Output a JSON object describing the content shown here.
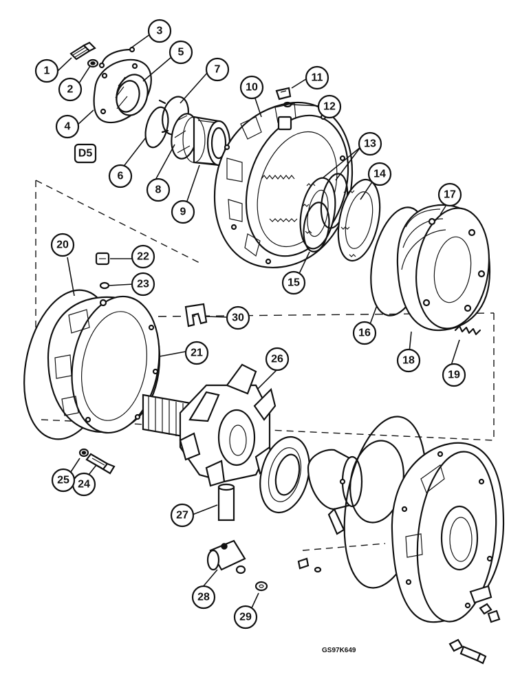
{
  "diagram": {
    "drawing_code": "GS97K649",
    "reference_symbol": "D5",
    "callouts": [
      "1",
      "2",
      "3",
      "4",
      "5",
      "6",
      "7",
      "8",
      "9",
      "10",
      "11",
      "12",
      "13",
      "14",
      "15",
      "16",
      "17",
      "18",
      "19",
      "20",
      "21",
      "22",
      "23",
      "24",
      "25",
      "26",
      "27",
      "28",
      "29",
      "30"
    ]
  }
}
